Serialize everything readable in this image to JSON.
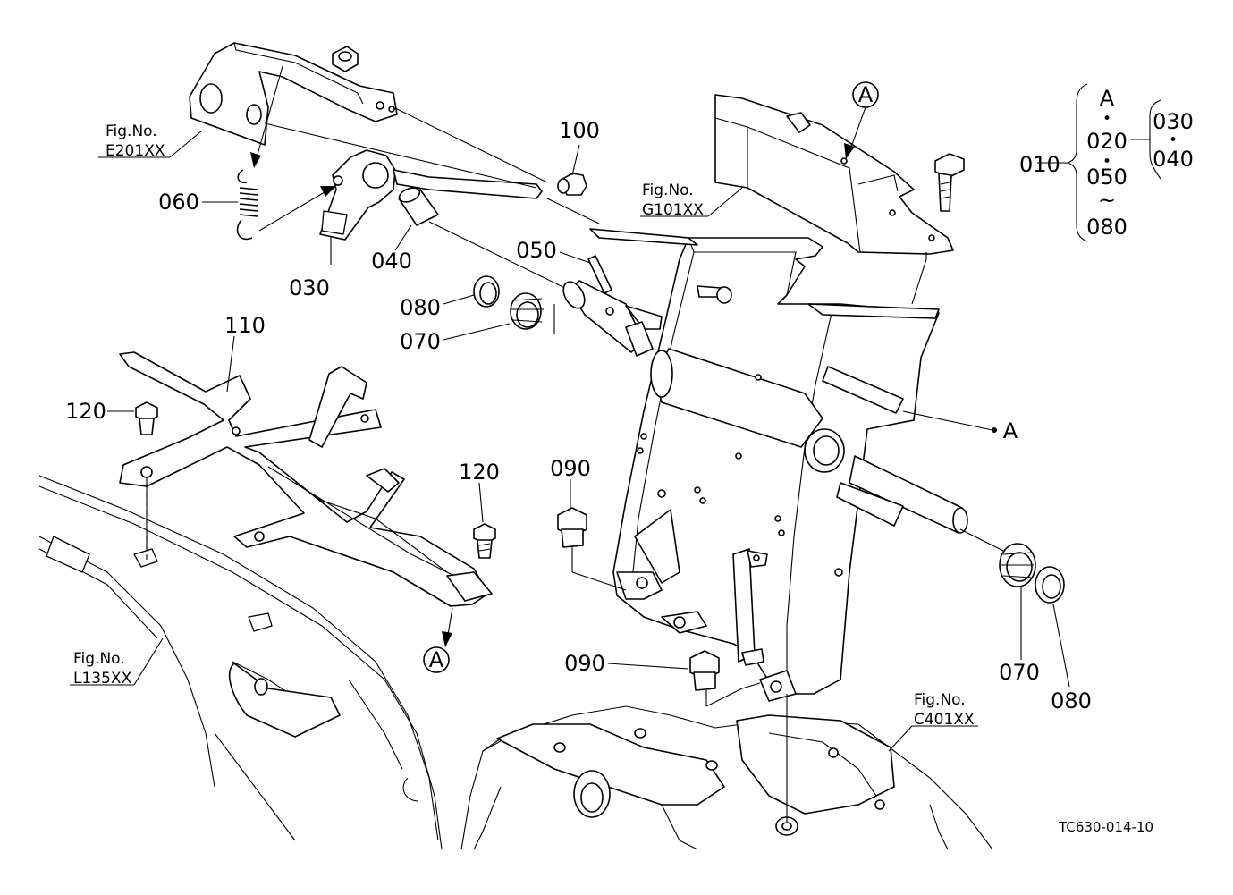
{
  "diagram": {
    "parts": {
      "p010": "010",
      "p020": "020",
      "p030": "030",
      "p040": "040",
      "p050": "050",
      "p060": "060",
      "p070": "070",
      "p080": "080",
      "p090": "090",
      "p100": "100",
      "p110": "110",
      "p120": "120"
    },
    "ref_label": "Fig.No.",
    "refs": {
      "e201": "E201XX",
      "g101": "G101XX",
      "l135": "L135XX",
      "c401": "C401XX"
    },
    "marker": "A",
    "dot": "•",
    "tilde": "~",
    "drawing_code": "TC630-014-10"
  }
}
